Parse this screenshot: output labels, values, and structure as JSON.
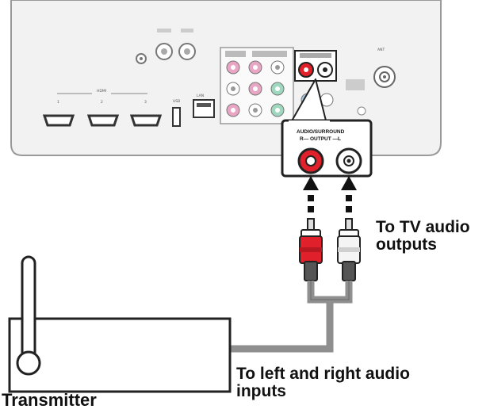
{
  "panel": {
    "hdmi_title": "HDMI",
    "hdmi_ports": [
      "1",
      "2",
      "3"
    ],
    "usb_label": "USB",
    "lan_label": "LAN",
    "ant_label": "ANT"
  },
  "zoom": {
    "header_line1": "AUDIO/SURROUND",
    "header_line2": "R— OUTPUT —L"
  },
  "labels": {
    "tv_outputs": "To TV audio outputs",
    "inputs": "To left and right audio inputs",
    "transmitter": "Transmitter"
  },
  "colors": {
    "panel_fill": "#f2f2f2",
    "panel_stroke": "#9a9a9a",
    "red_jack": "#e0202a",
    "white_jack": "#ffffff",
    "cable_gray": "#8f8f8f",
    "plug_dark": "#555555"
  }
}
